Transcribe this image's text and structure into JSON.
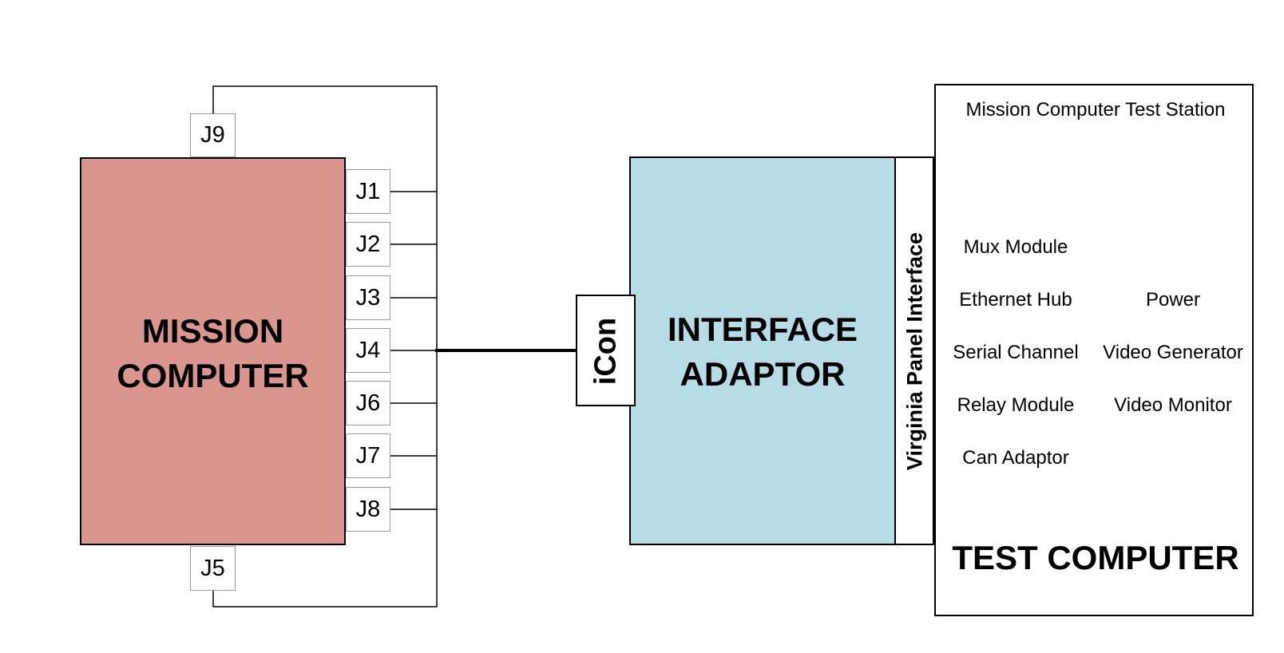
{
  "mission_computer": {
    "line1": "MISSION",
    "line2": "COMPUTER"
  },
  "connectors_right": [
    "J1",
    "J2",
    "J3",
    "J4",
    "J6",
    "J7",
    "J8"
  ],
  "connector_top": "J9",
  "connector_bottom": "J5",
  "icon_connector": "iCon",
  "interface_adaptor": {
    "line1": "INTERFACE",
    "line2": "ADAPTOR"
  },
  "virginia_panel_interface": "Virginia Panel Interface",
  "test_computer": {
    "station_title": "Mission Computer Test Station",
    "modules_left": [
      "Mux Module",
      "Ethernet Hub",
      "Serial Channel",
      "Relay Module",
      "Can Adaptor"
    ],
    "modules_right": [
      "Power",
      "Video Generator",
      "Video Monitor"
    ],
    "label": "TEST COMPUTER"
  },
  "colors": {
    "mission_computer_fill": "#d9958e",
    "interface_adaptor_fill": "#b7dce5"
  }
}
